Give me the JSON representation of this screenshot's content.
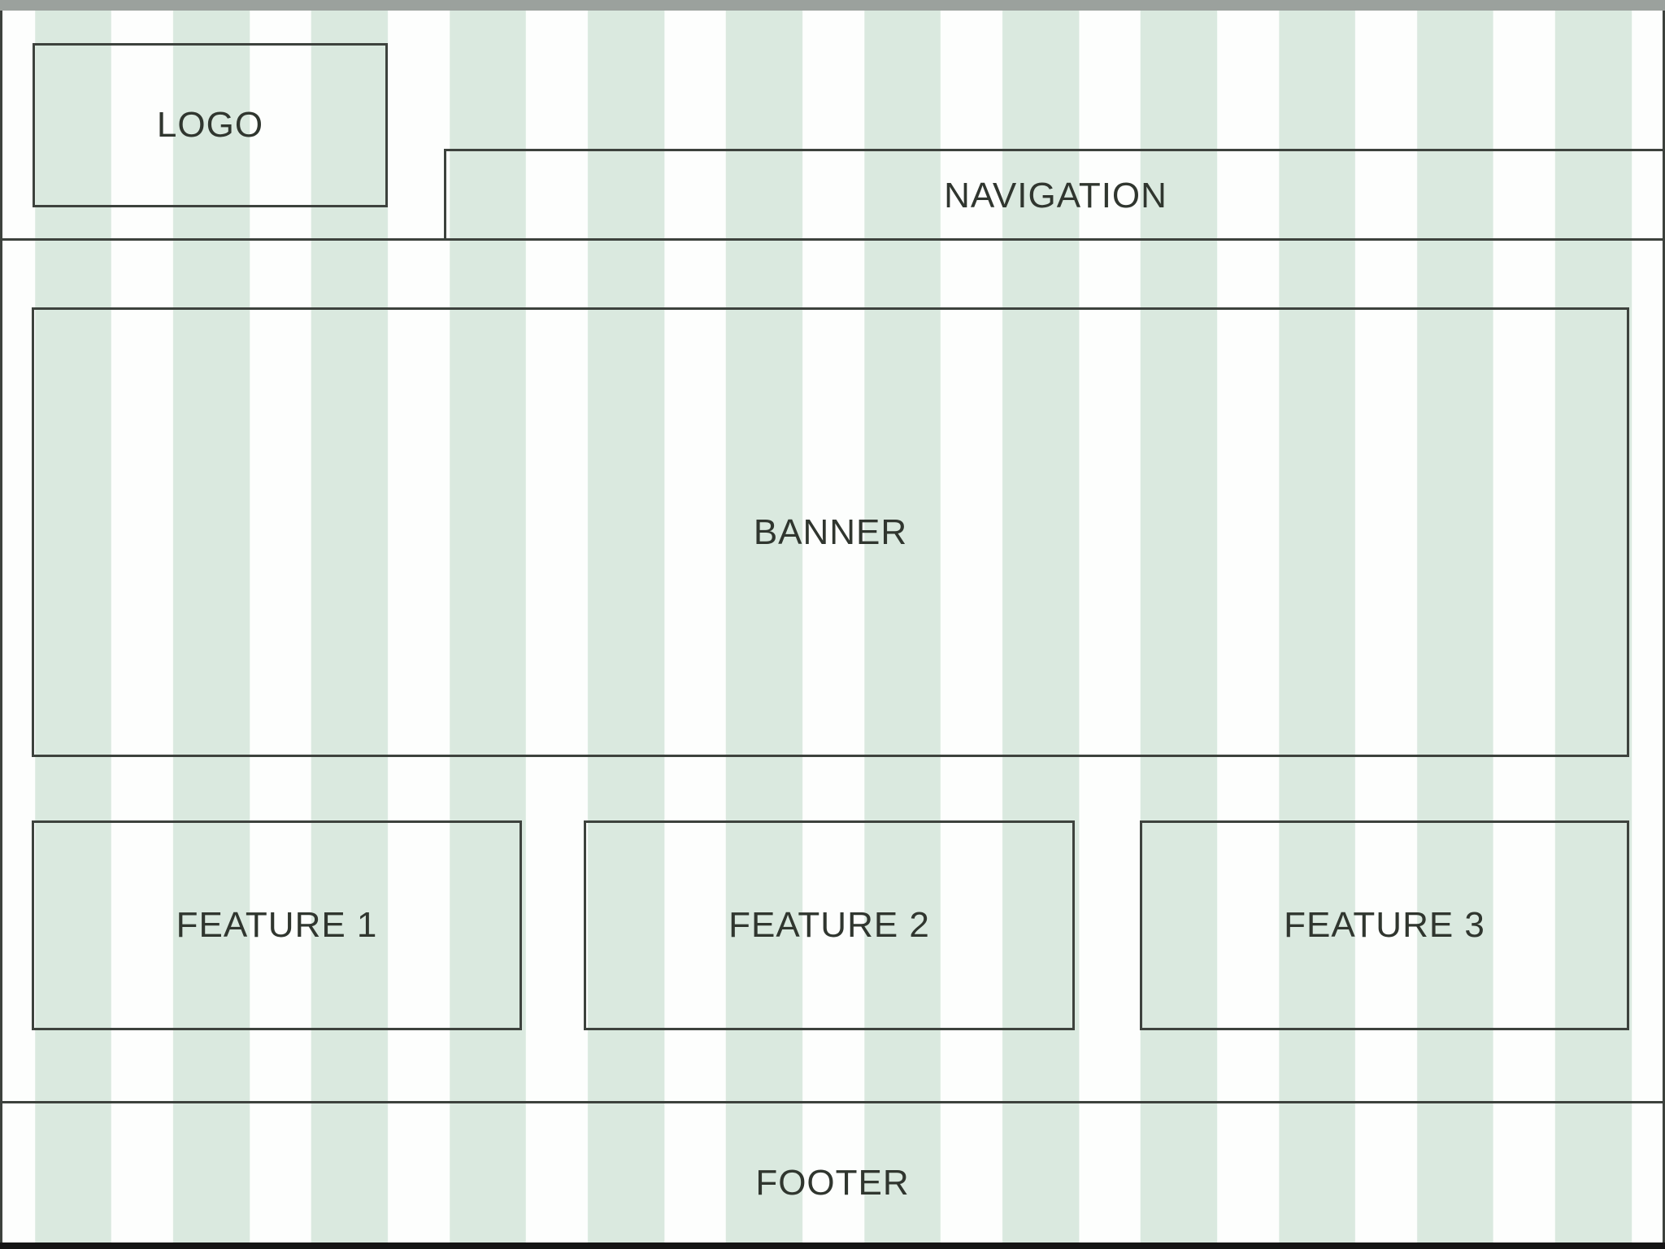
{
  "header": {
    "logo_label": "LOGO",
    "navigation_label": "NAVIGATION"
  },
  "main": {
    "banner_label": "BANNER",
    "features": [
      {
        "label": "FEATURE 1"
      },
      {
        "label": "FEATURE 2"
      },
      {
        "label": "FEATURE 3"
      }
    ]
  },
  "footer": {
    "label": "FOOTER"
  },
  "colors": {
    "stripe_green": "#dae9df",
    "stripe_white": "#fdfefd",
    "line_dark": "#3d423d",
    "text_dark": "#30362f",
    "top_bar": "#9ba19d",
    "bottom_bar": "#151515"
  }
}
